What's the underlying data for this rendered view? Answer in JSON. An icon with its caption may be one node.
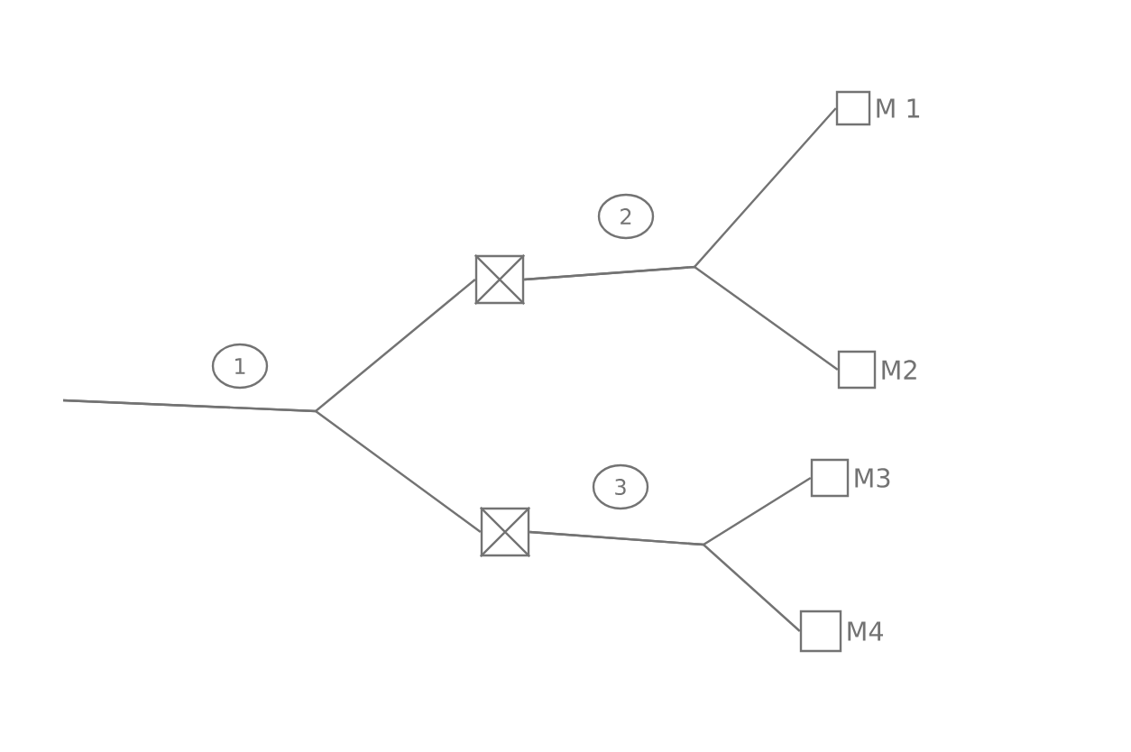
{
  "diagram": {
    "nodes": [
      {
        "text": [],
        "shape": "box"
      },
      {
        "text": [],
        "shape": "box"
      },
      {
        "text": [
          "M 1"
        ]
      },
      {
        "text": [
          "M2"
        ]
      },
      {
        "text": [
          "M3"
        ]
      },
      {
        "text": [
          "M4"
        ]
      }
    ],
    "edges": [
      {
        "from": null,
        "to": 0,
        "arrow": "none"
      },
      {
        "from": null,
        "to": 1,
        "arrow": "none"
      },
      {
        "from": 0,
        "to": 2,
        "arrow": "none"
      },
      {
        "from": 0,
        "to": 3,
        "arrow": "none"
      },
      {
        "from": 1,
        "to": 4,
        "arrow": "none"
      },
      {
        "from": 1,
        "to": 5,
        "arrow": "none"
      }
    ],
    "labels": [
      "1",
      "2",
      "3"
    ]
  }
}
